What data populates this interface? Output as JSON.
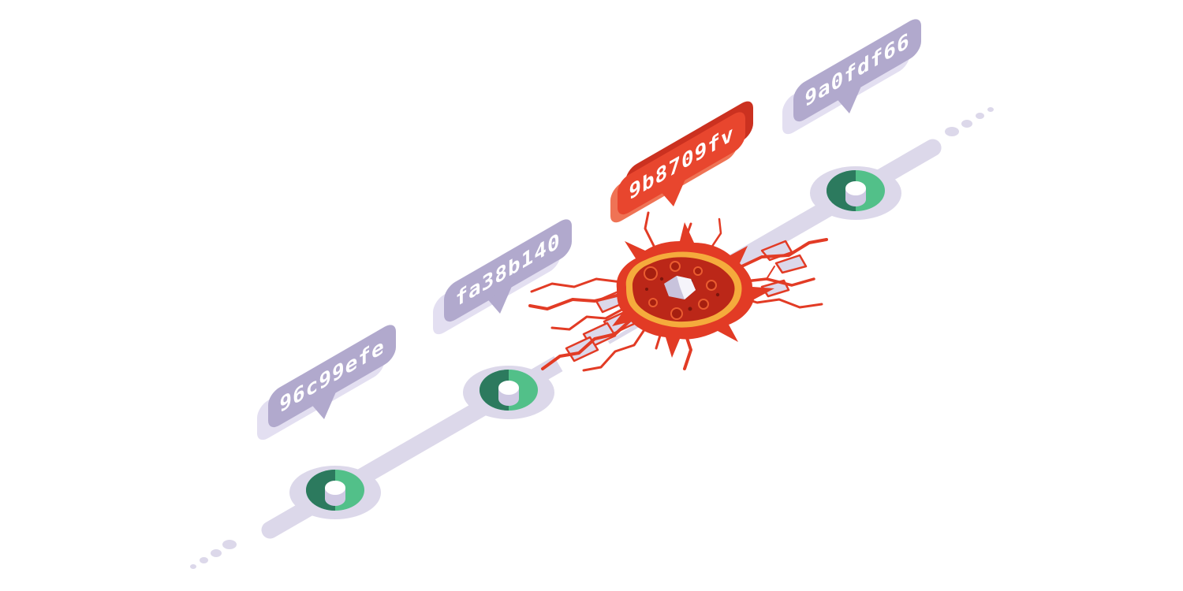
{
  "illustration": {
    "name": "git-history-timeline-with-broken-commit",
    "commits": [
      {
        "id": "96c99efe",
        "state": "healthy"
      },
      {
        "id": "fa38b140",
        "state": "healthy"
      },
      {
        "id": "9b8709fv",
        "state": "broken"
      },
      {
        "id": "9a0fdf66",
        "state": "healthy"
      }
    ],
    "colors": {
      "background": "#ffffff",
      "timeline": "#dcd8ea",
      "bubble": "#b1a9cd",
      "bubble_side": "#e3dff1",
      "broken_bubble": "#e8462e",
      "broken_bubble_side": "#cb3120",
      "donut_dark_green": "#2c7a5e",
      "donut_light_green": "#52c089",
      "splat_outline": "#e23b25",
      "splat_fill": "#bb2718",
      "splat_rim": "#f5ab3c"
    }
  }
}
